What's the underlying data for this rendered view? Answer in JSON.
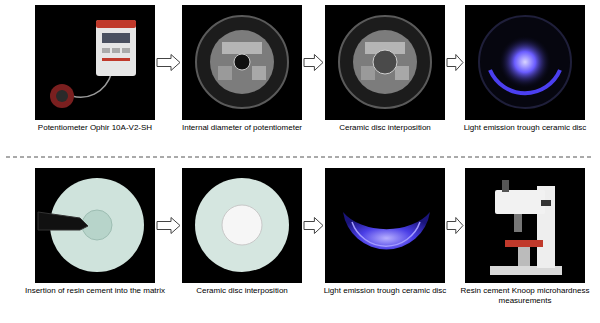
{
  "diagram": {
    "nodes": [
      {
        "text": [
          "Potentiometer Ophir 10A-V2-SH"
        ]
      },
      {
        "text": [
          "Internal diameter of potentiometer"
        ]
      },
      {
        "text": [
          "Ceramic disc interposition"
        ]
      },
      {
        "text": [
          "Light emission trough ceramic disc"
        ]
      },
      {
        "text": [
          "Insertion of resin cement into the matrix"
        ]
      },
      {
        "text": [
          "Ceramic disc interposition"
        ]
      },
      {
        "text": [
          "Light emission trough ceramic disc"
        ]
      },
      {
        "text": [
          "Resin cement Knoop microhardness measurements"
        ]
      }
    ],
    "edges": [
      {
        "from": 0,
        "to": 1,
        "arrow": "to"
      },
      {
        "from": 1,
        "to": 2,
        "arrow": "to"
      },
      {
        "from": 2,
        "to": 3,
        "arrow": "to"
      },
      {
        "from": 4,
        "to": 5,
        "arrow": "to"
      },
      {
        "from": 5,
        "to": 6,
        "arrow": "to"
      },
      {
        "from": 6,
        "to": 7,
        "arrow": "to"
      }
    ]
  }
}
